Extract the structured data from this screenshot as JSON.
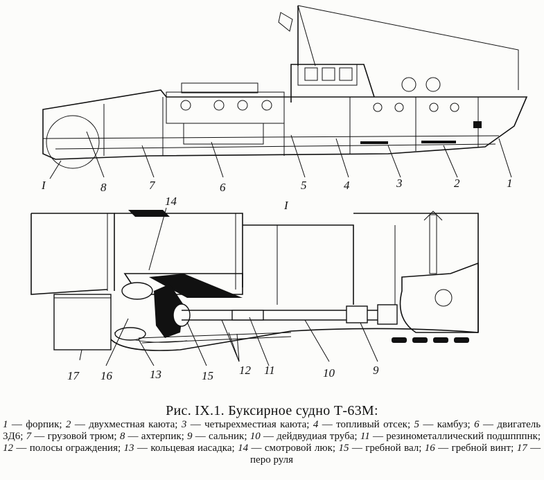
{
  "figure": {
    "title": "Рис. IX.1. Буксирное судно Т-63М:",
    "detail_label": "I",
    "overview_labels": [
      "I",
      "8",
      "7",
      "6",
      "5",
      "4",
      "3",
      "2",
      "1"
    ],
    "detail_labels": [
      "14",
      "17",
      "16",
      "13",
      "15",
      "12",
      "11",
      "10",
      "9"
    ]
  },
  "legend": [
    {
      "num": "1",
      "text": "форпик"
    },
    {
      "num": "2",
      "text": "двухместная каюта"
    },
    {
      "num": "3",
      "text": "четырехместиая каюта"
    },
    {
      "num": "4",
      "text": "топливый отсек"
    },
    {
      "num": "5",
      "text": "камбуз"
    },
    {
      "num": "6",
      "text": "двигатель 3Д6"
    },
    {
      "num": "7",
      "text": "грузовой трюм"
    },
    {
      "num": "8",
      "text": "ахтерпик"
    },
    {
      "num": "9",
      "text": "сальник"
    },
    {
      "num": "10",
      "text": "дейдвудиая труба"
    },
    {
      "num": "11",
      "text": "резинометаллический подшпппнк"
    },
    {
      "num": "12",
      "text": "полосы ограждения"
    },
    {
      "num": "13",
      "text": "кольцевая иасадка"
    },
    {
      "num": "14",
      "text": "смотровой люк"
    },
    {
      "num": "15",
      "text": "гребной вал"
    },
    {
      "num": "16",
      "text": "гребной винт"
    },
    {
      "num": "17",
      "text": "перо руля"
    }
  ]
}
